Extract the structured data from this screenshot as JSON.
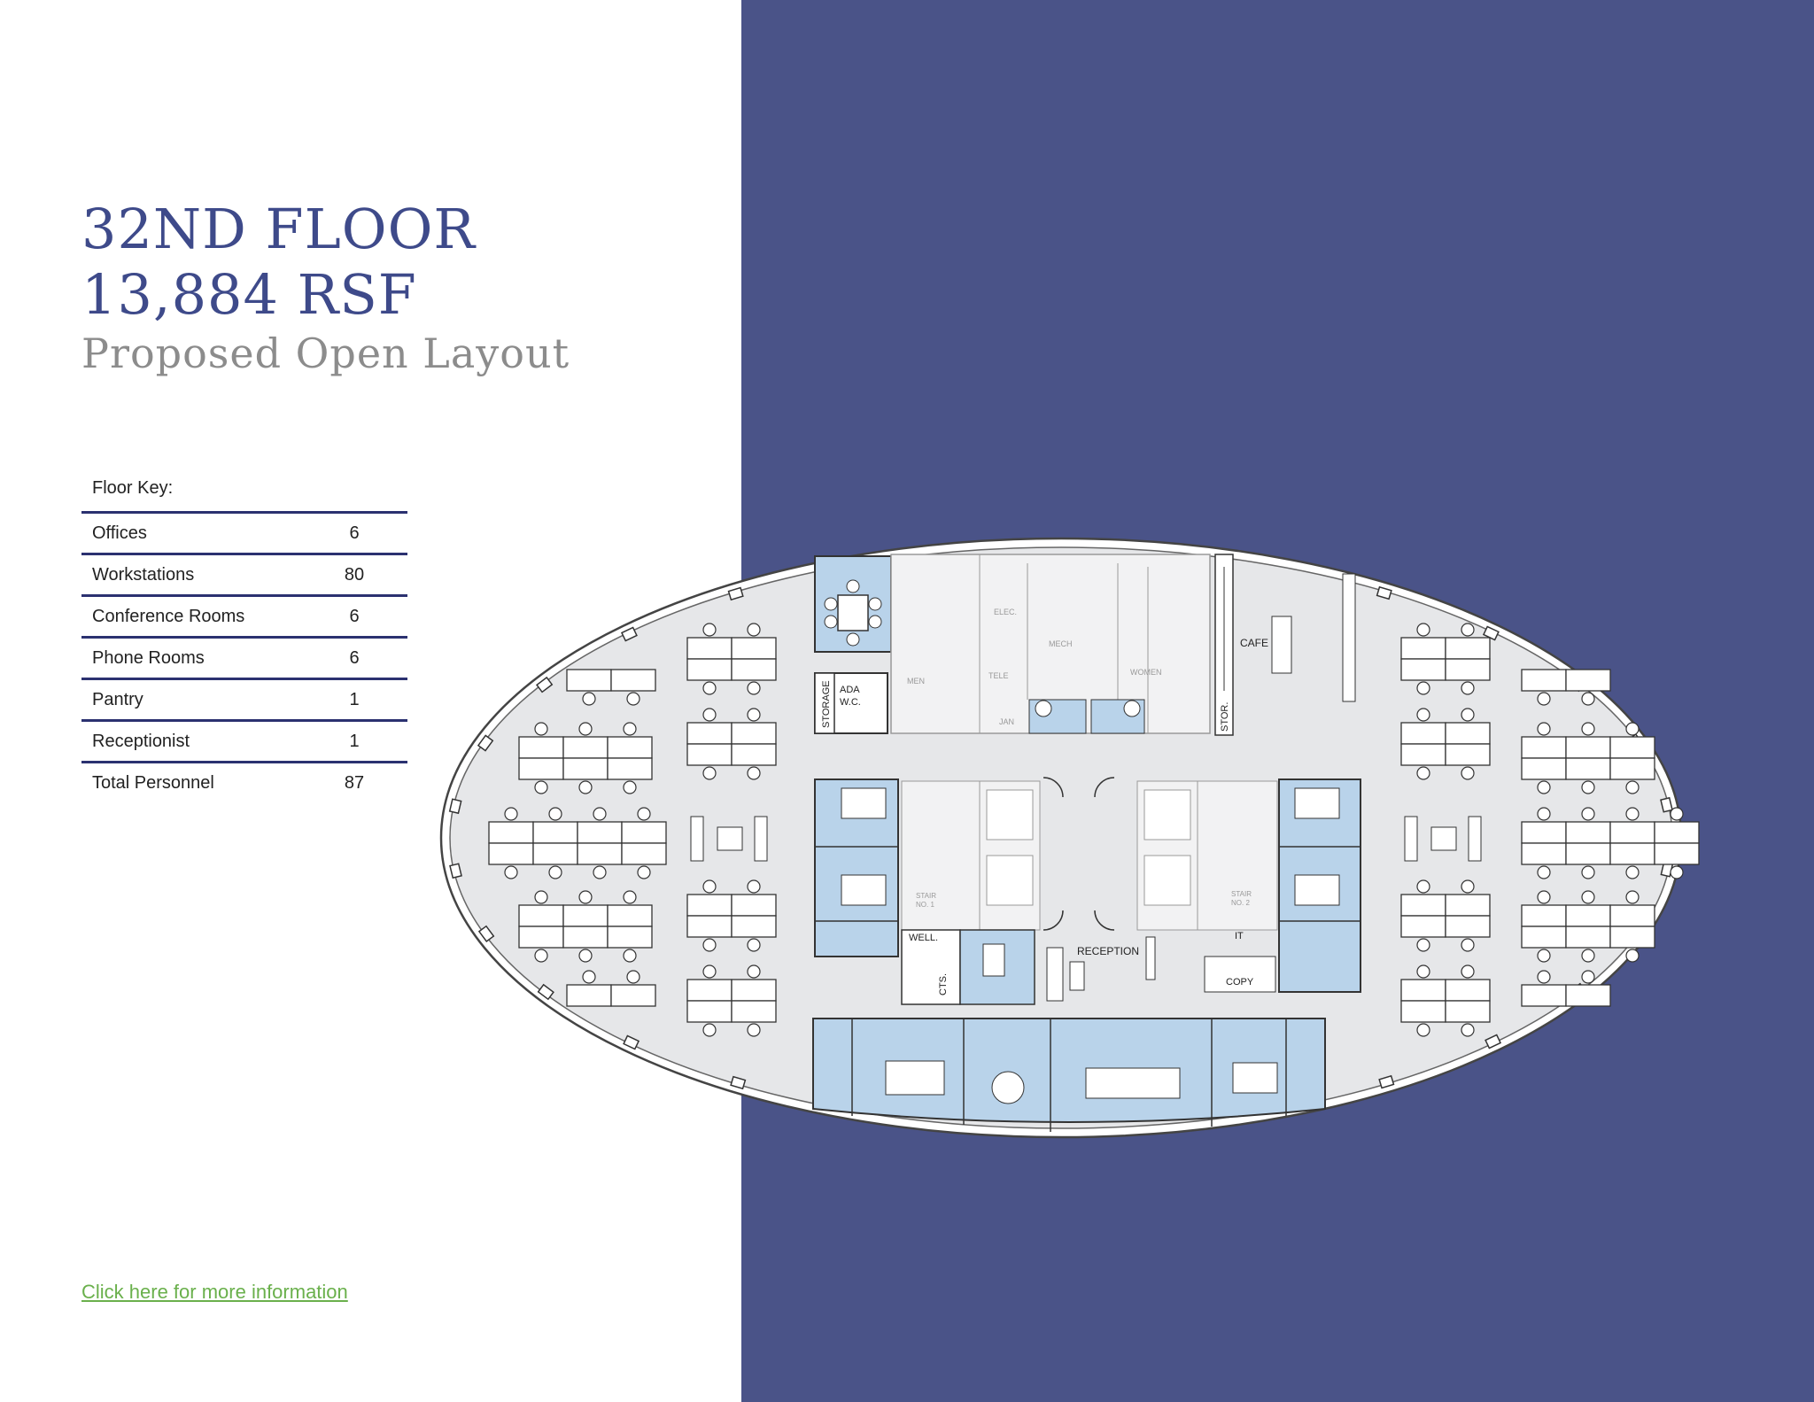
{
  "header": {
    "floor": "32ND FLOOR",
    "area": "13,884 RSF",
    "layout": "Proposed Open Layout"
  },
  "floor_key": {
    "title": "Floor Key:",
    "rows": [
      {
        "label": "Offices",
        "value": "6"
      },
      {
        "label": "Workstations",
        "value": "80"
      },
      {
        "label": "Conference Rooms",
        "value": "6"
      },
      {
        "label": "Phone Rooms",
        "value": "6"
      },
      {
        "label": "Pantry",
        "value": "1"
      },
      {
        "label": "Receptionist",
        "value": "1"
      },
      {
        "label": "Total Personnel",
        "value": "87"
      }
    ]
  },
  "plan_labels": {
    "storage": "STORAGE",
    "ada": "ADA",
    "wc": "W.C.",
    "men": "MEN",
    "elec": "ELEC.",
    "tele": "TELE",
    "jan": "JAN",
    "mech": "MECH",
    "women": "WOMEN",
    "stor": "STOR.",
    "cafe": "CAFE",
    "stair1a": "STAIR",
    "stair1b": "NO. 1",
    "stair2a": "STAIR",
    "stair2b": "NO. 2",
    "well": "WELL.",
    "cts": "CTS.",
    "reception": "RECEPTION",
    "it": "IT",
    "copy": "COPY"
  },
  "colors": {
    "background_panel": "#4a5388",
    "title": "#3e4a8a",
    "subtitle": "#8c8c8c",
    "rule": "#2b3170",
    "link": "#6ab04c",
    "floor_fill": "#e6e7e9",
    "room_highlight": "#b9d3ea"
  },
  "link": {
    "text": "Click here for more information"
  }
}
